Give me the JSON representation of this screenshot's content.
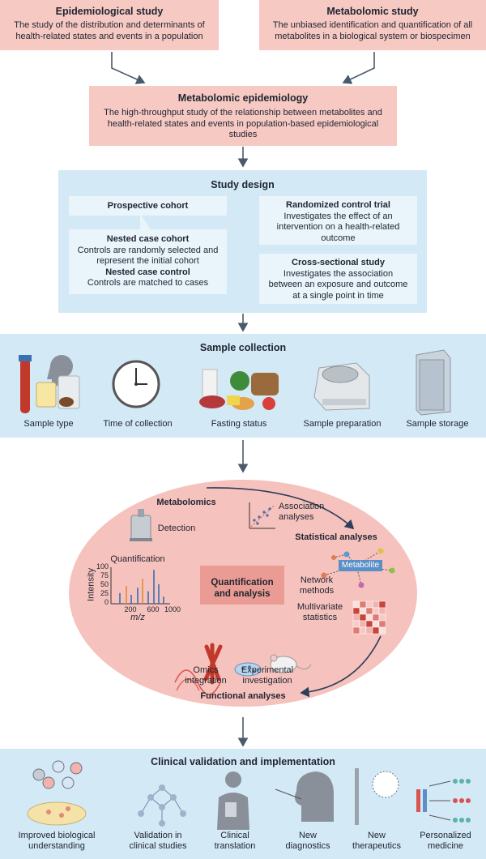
{
  "epi": {
    "title": "Epidemiological study",
    "desc": "The study of the distribution and determinants of health-related states and events in a population"
  },
  "metab": {
    "title": "Metabolomic study",
    "desc": "The unbiased identification and quantification of all metabolites in a biological system or biospecimen"
  },
  "me": {
    "title": "Metabolomic epidemiology",
    "desc": "The high-throughput study of the relationship between metabolites and health-related states and events in population-based epidemiological studies"
  },
  "design": {
    "title": "Study design",
    "prospective": "Prospective cohort",
    "ncc_title": "Nested case cohort",
    "ncc_desc": "Controls are randomly selected and represent the initial cohort",
    "ncontrol_title": "Nested case control",
    "ncontrol_desc": "Controls are matched to cases",
    "rct_title": "Randomized control trial",
    "rct_desc": "Investigates the effect of an intervention on a health-related outcome",
    "cs_title": "Cross-sectional study",
    "cs_desc": "Investigates the association between an exposure and outcome at a single point in time"
  },
  "sample": {
    "title": "Sample collection",
    "items": [
      "Sample type",
      "Time of collection",
      "Fasting status",
      "Sample preparation",
      "Sample storage"
    ]
  },
  "analysis": {
    "center": "Quantification and analysis",
    "metabolomics": "Metabolomics",
    "detection": "Detection",
    "quantification": "Quantification",
    "intensity": "Intensity",
    "mz": "m/z",
    "y_ticks": [
      "100",
      "75",
      "50",
      "25",
      "0"
    ],
    "x_ticks": [
      "200",
      "600",
      "1000"
    ],
    "association": "Association analyses",
    "statistical": "Statistical analyses",
    "metabolite": "Metabolite",
    "network": "Network methods",
    "multivariate": "Multivariate statistics",
    "omics": "Omics integration",
    "experimental": "Experimental investigation",
    "functional": "Functional analyses"
  },
  "clinical": {
    "title": "Clinical validation and implementation",
    "items": [
      "Improved biological understanding",
      "Validation in clinical studies",
      "Clinical translation",
      "New diagnostics",
      "New therapeutics",
      "Personalized medicine"
    ]
  }
}
